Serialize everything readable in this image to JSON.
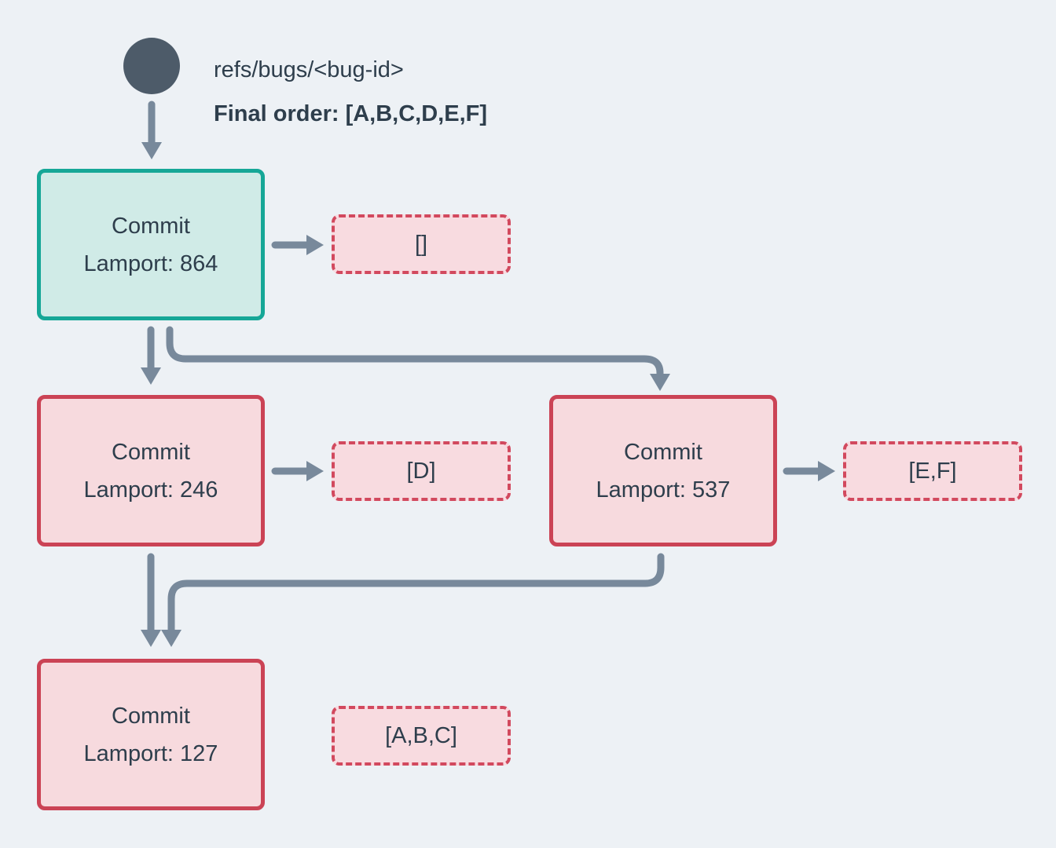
{
  "ref": {
    "label": "refs/bugs/<bug-id>",
    "final_order": "Final order: [A,B,C,D,E,F]"
  },
  "nodes": [
    {
      "title": "Commit",
      "lamport": "Lamport: 864",
      "payload": "[]",
      "variant": "teal"
    },
    {
      "title": "Commit",
      "lamport": "Lamport: 246",
      "payload": "[D]",
      "variant": "pink"
    },
    {
      "title": "Commit",
      "lamport": "Lamport: 537",
      "payload": "[E,F]",
      "variant": "pink"
    },
    {
      "title": "Commit",
      "lamport": "Lamport: 127",
      "payload": "[A,B,C]",
      "variant": "pink"
    }
  ],
  "colors": {
    "background": "#edf1f5",
    "slate": "#4d5b69",
    "text": "#2e3e4c",
    "arrow": "#78899b",
    "teal_border": "#16a797",
    "teal_fill": "#d0ebe7",
    "pink_border": "#cb4355",
    "pink_fill": "#f7dade",
    "dashed_border": "#d2495e",
    "dashed_fill": "#f8dbe0"
  }
}
